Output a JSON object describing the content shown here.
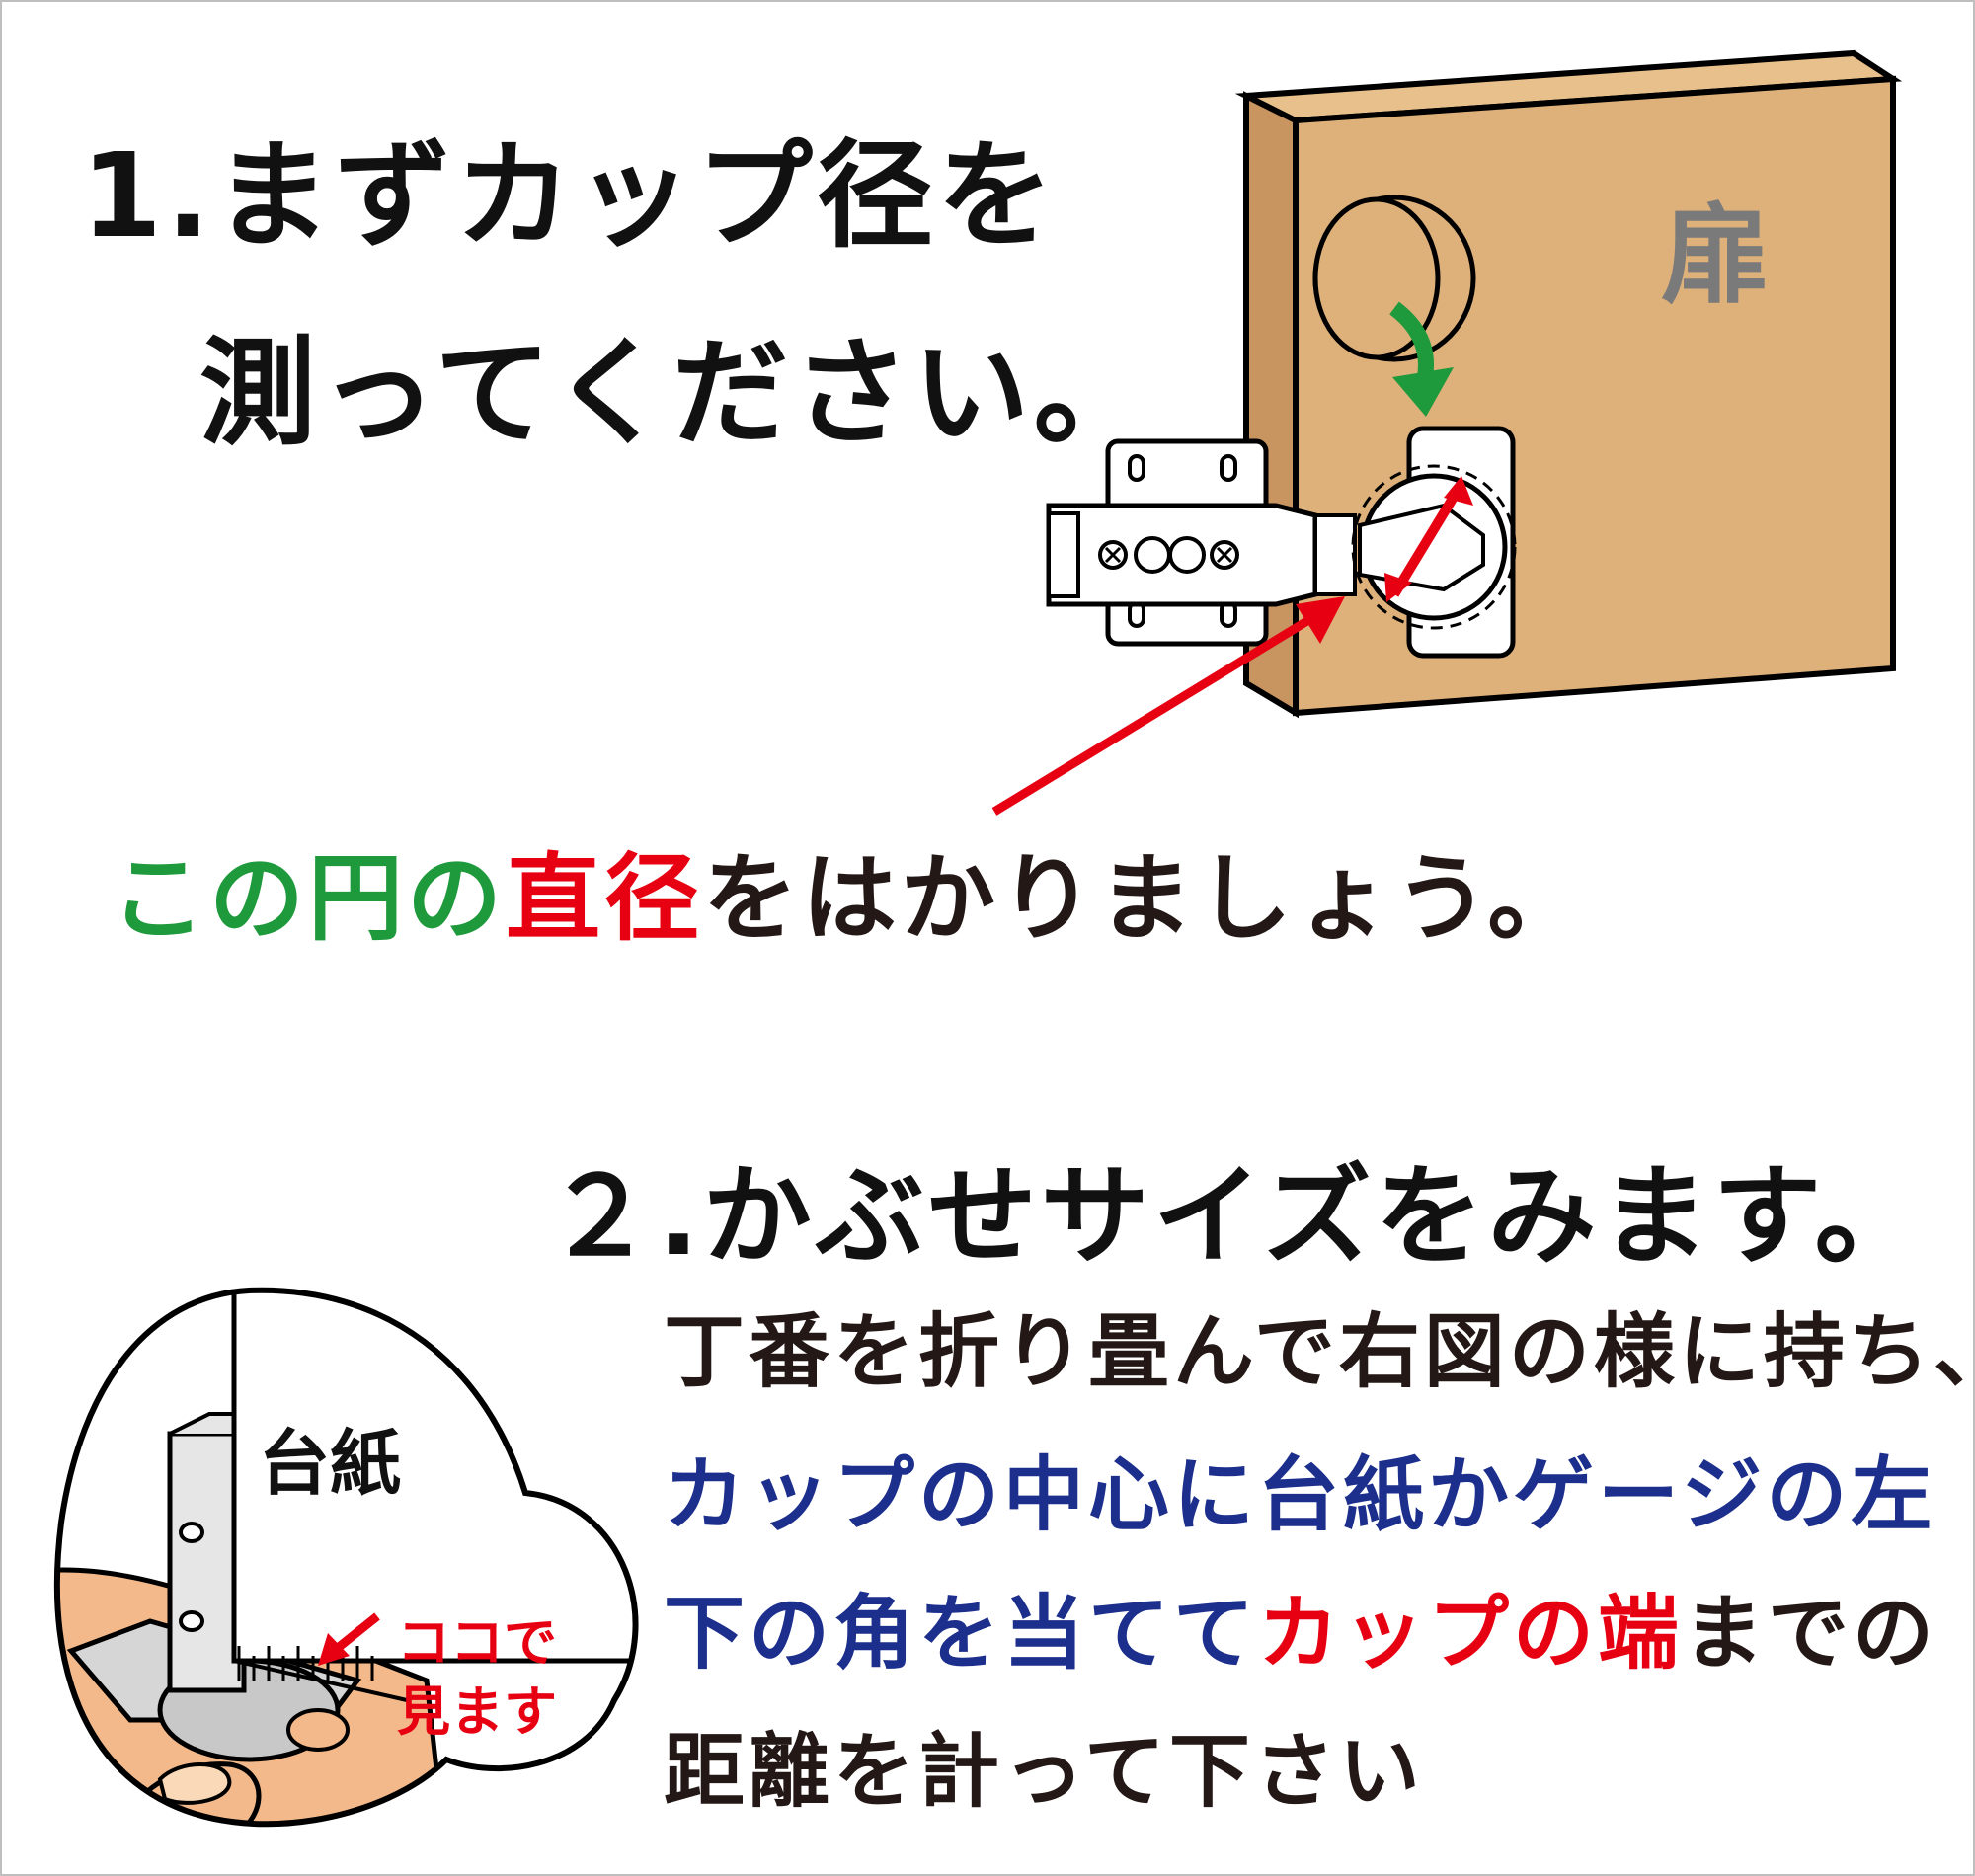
{
  "step1": {
    "title_line1": "1.まずカップ径を",
    "title_line2": "測ってください。"
  },
  "door_label": "扉",
  "caption": {
    "part1": "この円の",
    "part2": "直径",
    "part3": "をはかりましょう。"
  },
  "step2": {
    "title": "２.かぶせサイズをみます。",
    "line1": "丁番を折り畳んで右図の様に持ち、",
    "line2": "カップの中心に台紙かゲージの左",
    "line3_a": "下の角を当てて",
    "line3_b": "カップの端",
    "line3_c": "までの",
    "line4": "距離を計って下さい"
  },
  "inset": {
    "label": "台紙",
    "note_line1": "ココで",
    "note_line2": "見ます"
  },
  "colors": {
    "door": "#deb07a",
    "green_arrow": "#1e9a3c",
    "red": "#e60012",
    "blue_text": "#1d2f8c",
    "label_gray": "#7a7a7a"
  }
}
